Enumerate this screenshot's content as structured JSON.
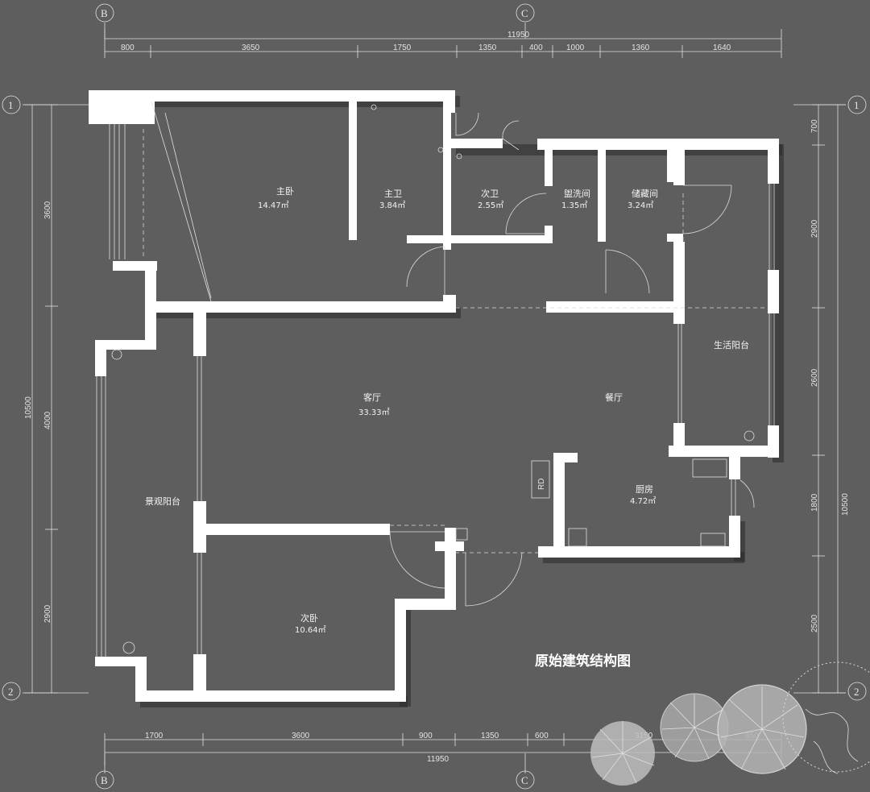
{
  "diagram_title": "原始建筑结构图",
  "axes": {
    "top_left": "B",
    "top_right": "C",
    "bottom_left": "B",
    "bottom_right": "C",
    "left_top": "1",
    "left_bottom": "2",
    "right_top": "1",
    "right_bottom": "2"
  },
  "top_dims": {
    "total": "11950",
    "d1": "800",
    "d2": "3650",
    "d3": "1750",
    "d4": "1350",
    "d5": "400",
    "d6": "1000",
    "d7": "1360",
    "d8": "1640"
  },
  "bottom_dims": {
    "total": "11950",
    "d1": "1700",
    "d2": "3600",
    "d3": "900",
    "d4": "1350",
    "d5": "600",
    "d6": "3150",
    "d7": "650"
  },
  "left_dims": {
    "total": "10500",
    "d1": "3600",
    "d2": "4000",
    "d3": "2900"
  },
  "right_dims": {
    "total": "10500",
    "d1": "700",
    "d2": "2900",
    "d3": "2600",
    "d4": "1800",
    "d5": "2500"
  },
  "rooms": {
    "master_bedroom": {
      "name": "主卧",
      "area": "14.47㎡"
    },
    "master_bath": {
      "name": "主卫",
      "area": "3.84㎡"
    },
    "second_bath": {
      "name": "次卫",
      "area": "2.55㎡"
    },
    "washroom": {
      "name": "盥洗间",
      "area": "1.35㎡"
    },
    "storage": {
      "name": "储藏间",
      "area": "3.24㎡"
    },
    "service_balcony": {
      "name": "生活阳台"
    },
    "living": {
      "name": "客厅",
      "area": "33.33㎡"
    },
    "dining": {
      "name": "餐厅"
    },
    "kitchen": {
      "name": "厨房",
      "area": "4.72㎡"
    },
    "view_balcony": {
      "name": "景观阳台"
    },
    "second_bedroom": {
      "name": "次卧",
      "area": "10.64㎡"
    }
  },
  "fixtures": {
    "rd_label": "RD"
  }
}
